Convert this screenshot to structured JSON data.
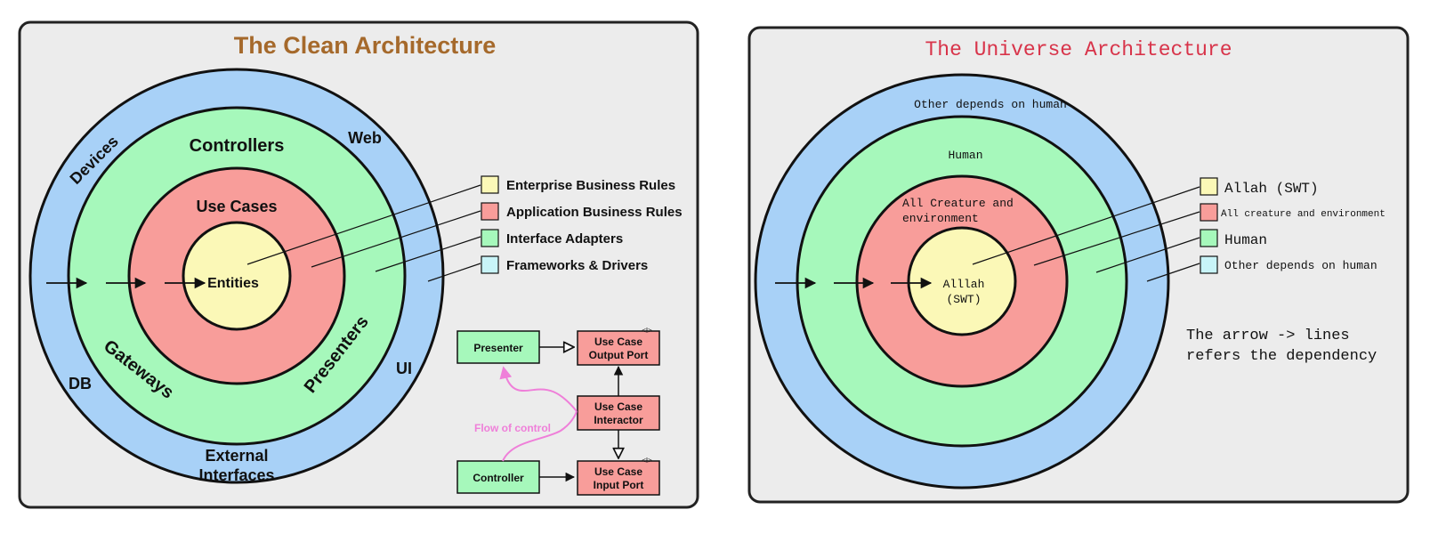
{
  "colors": {
    "panel_bg": "#ececec",
    "panel_border": "#222222",
    "outer_ring": "#a8d1f7",
    "adapters_ring": "#a6f8bb",
    "usecases_ring": "#f89d9a",
    "entities_core": "#fbf8b7",
    "frameworks_swatch": "#c8f4f8",
    "clean_title": "#a5692b",
    "universe_title": "#d8344a",
    "flow_of_control": "#ef7fd9"
  },
  "left": {
    "title": "The Clean Architecture",
    "labels": {
      "devices": "Devices",
      "web": "Web",
      "db": "DB",
      "ui": "UI",
      "external_1": "External",
      "external_2": "Interfaces",
      "controllers": "Controllers",
      "gateways": "Gateways",
      "presenters": "Presenters",
      "use_cases": "Use Cases",
      "entities": "Entities"
    },
    "legend": [
      {
        "label": "Enterprise Business Rules",
        "color": "#fbf8b7"
      },
      {
        "label": "Application Business Rules",
        "color": "#f89d9a"
      },
      {
        "label": "Interface Adapters",
        "color": "#a6f8bb"
      },
      {
        "label": "Frameworks & Drivers",
        "color": "#c8f4f8"
      }
    ],
    "flow": {
      "presenter": "Presenter",
      "controller": "Controller",
      "output_port_1": "Use Case",
      "output_port_2": "Output Port",
      "interactor_1": "Use Case",
      "interactor_2": "Interactor",
      "input_port_1": "Use Case",
      "input_port_2": "Input Port",
      "interface_marker": "<I>",
      "flow_of_control": "Flow of control"
    }
  },
  "right": {
    "title": "The Universe Architecture",
    "labels": {
      "outer": "Other depends on human",
      "human": "Human",
      "creature_1": "All Creature and",
      "creature_2": "environment",
      "core_1": "Alllah",
      "core_2": "(SWT)"
    },
    "legend": [
      {
        "label": "Allah (SWT)",
        "color": "#fbf8b7"
      },
      {
        "label": "All creature and environment",
        "color": "#f89d9a"
      },
      {
        "label": "Human",
        "color": "#a6f8bb"
      },
      {
        "label": "Other depends on human",
        "color": "#c8f4f8"
      }
    ],
    "note_1": "The arrow -> lines",
    "note_2": "refers the dependency"
  }
}
